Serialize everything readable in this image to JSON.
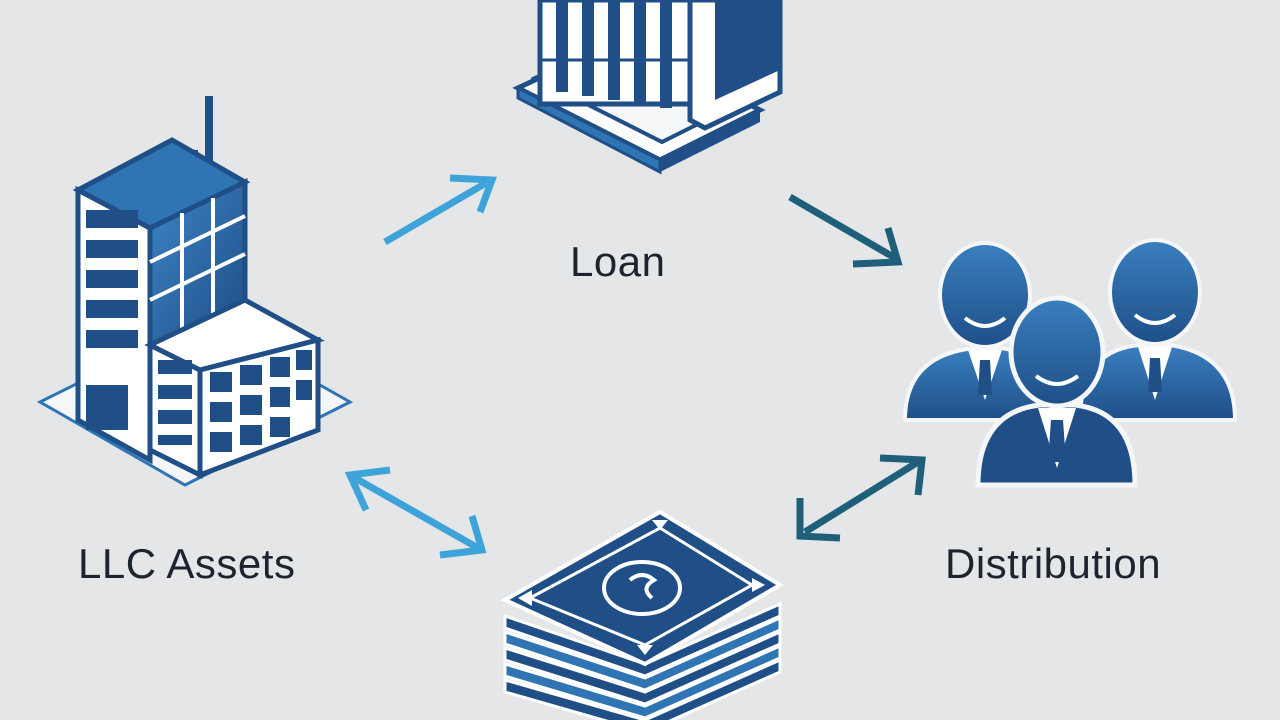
{
  "diagram": {
    "labels": {
      "loan": "Loan",
      "llc_assets": "LLC Assets",
      "distribution": "Distribution"
    },
    "nodes": [
      {
        "id": "bank",
        "icon": "bank-icon"
      },
      {
        "id": "llc",
        "icon": "office-building-icon"
      },
      {
        "id": "members",
        "icon": "people-group-icon"
      },
      {
        "id": "cash",
        "icon": "cash-stack-icon"
      }
    ],
    "edges": [
      {
        "from": "llc",
        "to": "bank",
        "direction": "one-way"
      },
      {
        "from": "bank",
        "to": "members",
        "direction": "one-way"
      },
      {
        "from": "llc",
        "to": "cash",
        "direction": "two-way"
      },
      {
        "from": "cash",
        "to": "members",
        "direction": "two-way"
      }
    ],
    "colors": {
      "background": "#e4e6e8",
      "navy": "#1f4f86",
      "blue": "#2f74b3",
      "light_blue": "#3ea3d8",
      "teal": "#1f5f7a",
      "text": "#1d2430"
    }
  }
}
